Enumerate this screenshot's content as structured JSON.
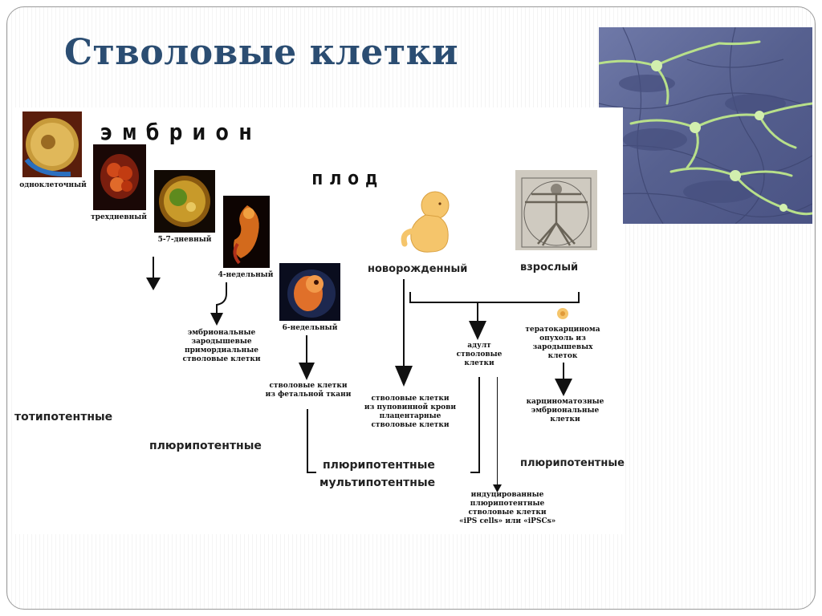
{
  "title": "Стволовые клетки",
  "diagram": {
    "embryo_heading": "эмбрион",
    "fetus_heading": "плод",
    "stages": {
      "one_cell": "одноклеточный",
      "three_day": "трехдневный",
      "five_seven_day": "5-7-дневный",
      "four_week": "4-недельный",
      "six_week": "6-недельный",
      "newborn": "новорожденный",
      "adult": "взрослый"
    },
    "cells": {
      "embryonic_line1": "эмбриональные",
      "embryonic_line2": "зародышевые",
      "embryonic_line3": "примордиальные",
      "embryonic_line4": "стволовые клетки",
      "fetal_line1": "стволовые клетки",
      "fetal_line2": "из фетальной ткани",
      "cord_line1": "стволовые клетки",
      "cord_line2": "из пуповинной крови",
      "cord_line3": "плацентарные",
      "cord_line4": "стволовые клетки",
      "adult_line1": "адулт",
      "adult_line2": "стволовые",
      "adult_line3": "клетки",
      "terato_line1": "тератокарцинома",
      "terato_line2": "опухоль из",
      "terato_line3": "зародышевых",
      "terato_line4": "клеток",
      "carcin_line1": "карциноматозные",
      "carcin_line2": "эмбриональные",
      "carcin_line3": "клетки",
      "ips_line1": "индуцированные",
      "ips_line2": "плюрипотентные",
      "ips_line3": "стволовые клетки",
      "ips_line4": "«iPS cells» или «iPSCs»"
    },
    "potency": {
      "totipotent": "тотипотентные",
      "pluripotent_left": "плюрипотентные",
      "pluripotent_center": "плюрипотентные",
      "multipotent": "мультипотентные",
      "pluripotent_right": "плюрипотентные"
    }
  },
  "colors": {
    "title": "#2b4d72",
    "border": "#9a9a9a",
    "micro_background": "#5a6596",
    "cell_green": "#b8e08a",
    "baby": "#f5c56b"
  }
}
